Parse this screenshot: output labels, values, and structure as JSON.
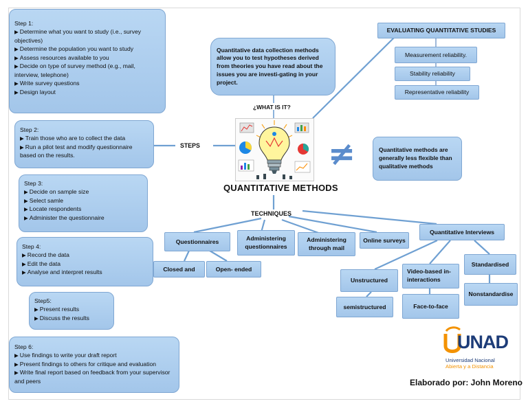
{
  "steps": [
    {
      "heading": "Step 1:",
      "items": [
        "Determine what you want to study (i.e., survey objectives)",
        "Determine the population you want to study",
        "Assess resources available to you",
        "Decide on type of survey method (e.g., mail, interview, telephone)",
        "Write survey questions",
        "Design layout"
      ]
    },
    {
      "heading": "Step 2:",
      "items": [
        "Train those who are to collect the data",
        "Run a pilot test and modify questionnaire based on the results."
      ]
    },
    {
      "heading": "Step 3:",
      "items": [
        "Decide on sample size",
        "Select samle",
        "Locate respondents",
        "Administer the questionnaire"
      ]
    },
    {
      "heading": "Step 4:",
      "items": [
        "Record the data",
        "Edit the data",
        "Analyse and interpret results"
      ]
    },
    {
      "heading": "Step5:",
      "items": [
        "Present results",
        "Discuss the results"
      ]
    },
    {
      "heading": "Step 6:",
      "items": [
        "Use findings to write your draft report",
        "Present findings to others for critique and evaluation",
        "Write final report based on feedback from your supervisor and peers"
      ]
    }
  ],
  "center": {
    "title": "QUANTITATIVE METHODS",
    "what_label": "¿WHAT IS IT?",
    "steps_label": "STEPS",
    "techniques_label": "TECHNIQUES",
    "definition": "Quantitative data collection methods allow you to test hypotheses derived from theories you have read about the issues you are investi-gating in your project.",
    "not_equal_symbol": "≠",
    "comparison": "Quantitative methods are generally less flexible than qualitative methods"
  },
  "evaluating": {
    "title": "EVALUATING QUANTITATIVE STUDIES",
    "items": [
      "Measurement reliability.",
      "Stability reliability",
      "Representative reliability"
    ]
  },
  "techniques": {
    "questionnaires": "Questionnaires",
    "closed": "Closed and",
    "open": "Open- ended",
    "administering": "Administering questionnaires",
    "mail": "Administering through mail",
    "online": "Online surveys",
    "interviews": "Quantitative Interviews",
    "unstructured": "Unstructured",
    "semistructured": "semistructured",
    "video": "Video-based in-interactions",
    "face": "Face-to-face",
    "standardised": "Standardised",
    "nonstandardise": "Nonstandardise"
  },
  "logo": {
    "name": "UNAD",
    "line1": "Universidad Nacional",
    "line2": "Abierta y a  Distancia"
  },
  "author": "Elaborado por: John Moreno",
  "colors": {
    "box_fill": "#aecdee",
    "box_border": "#7ea6d2",
    "line": "#6fa0d2",
    "logo_orange": "#f39200",
    "logo_navy": "#1d3c78"
  }
}
